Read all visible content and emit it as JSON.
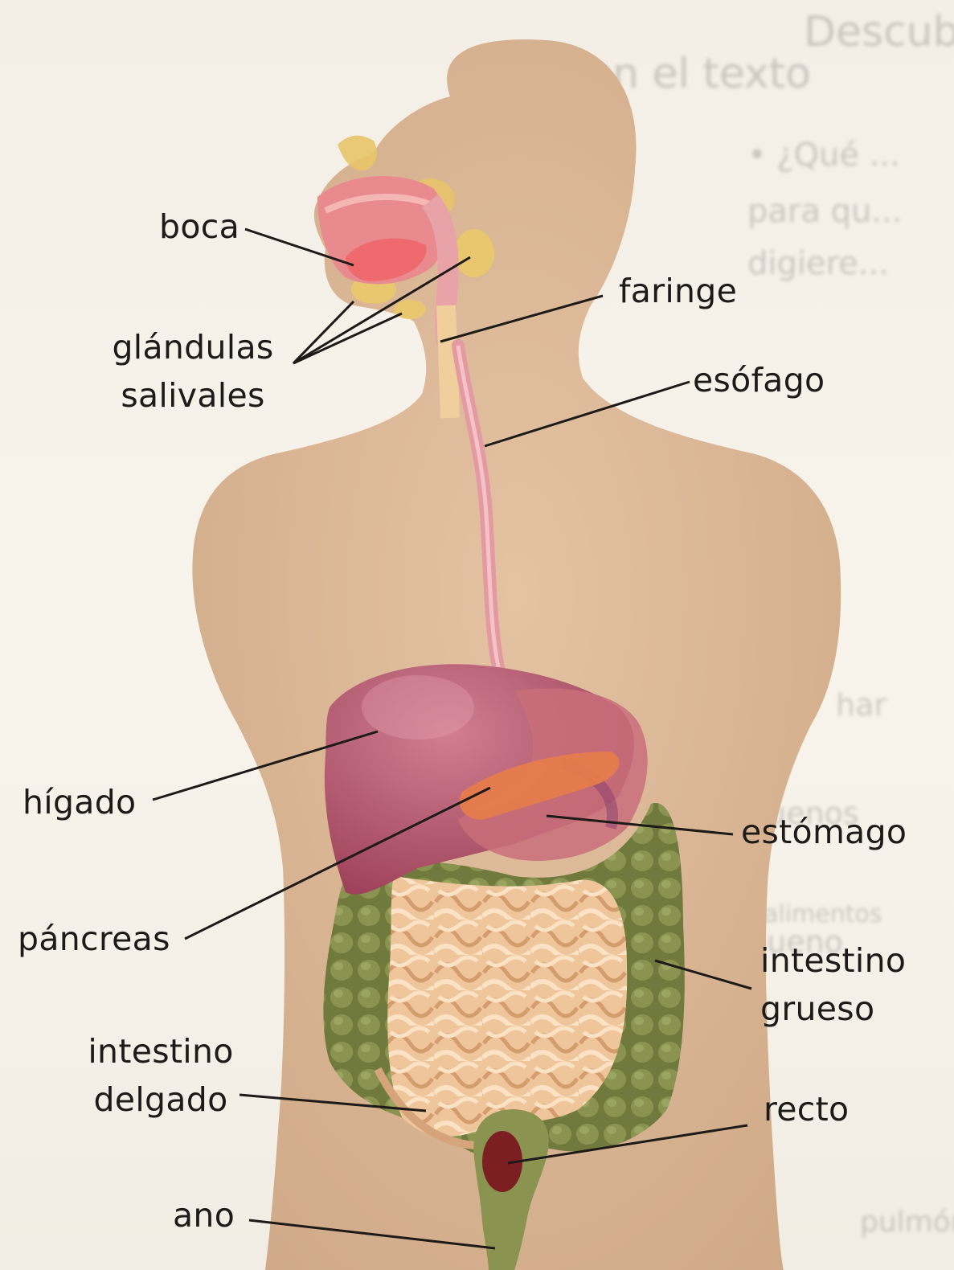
{
  "labels": {
    "boca": "boca",
    "faringe": "faringe",
    "glandulas": [
      "glándulas",
      "salivales"
    ],
    "esofago": "esófago",
    "higado": "hígado",
    "estomago": "estómago",
    "pancreas": "páncreas",
    "intestino_grueso": [
      "intestino",
      "grueso"
    ],
    "intestino_delgado": [
      "intestino",
      "delgado"
    ],
    "recto": "recto",
    "ano": "ano"
  },
  "background_text": {
    "heading_1": "Descubre las respuestas",
    "heading_2": "en el texto",
    "line_1": "• ¿Qué ...",
    "line_2": "para qu...",
    "line_3": "digiere...",
    "side_1": "har",
    "side_2": "buenos",
    "side_3": "bueno",
    "side_4": "alimentos",
    "side_5": "pulmón"
  },
  "colors": {
    "skin": "#dcb896",
    "liver": "#b3556b",
    "stomach": "#c96f7a",
    "large_intestine": "#6f7a3c",
    "small_intestine": "#f2caa0",
    "esophagus": "#e49aa2",
    "label_line": "#1e1a18"
  }
}
